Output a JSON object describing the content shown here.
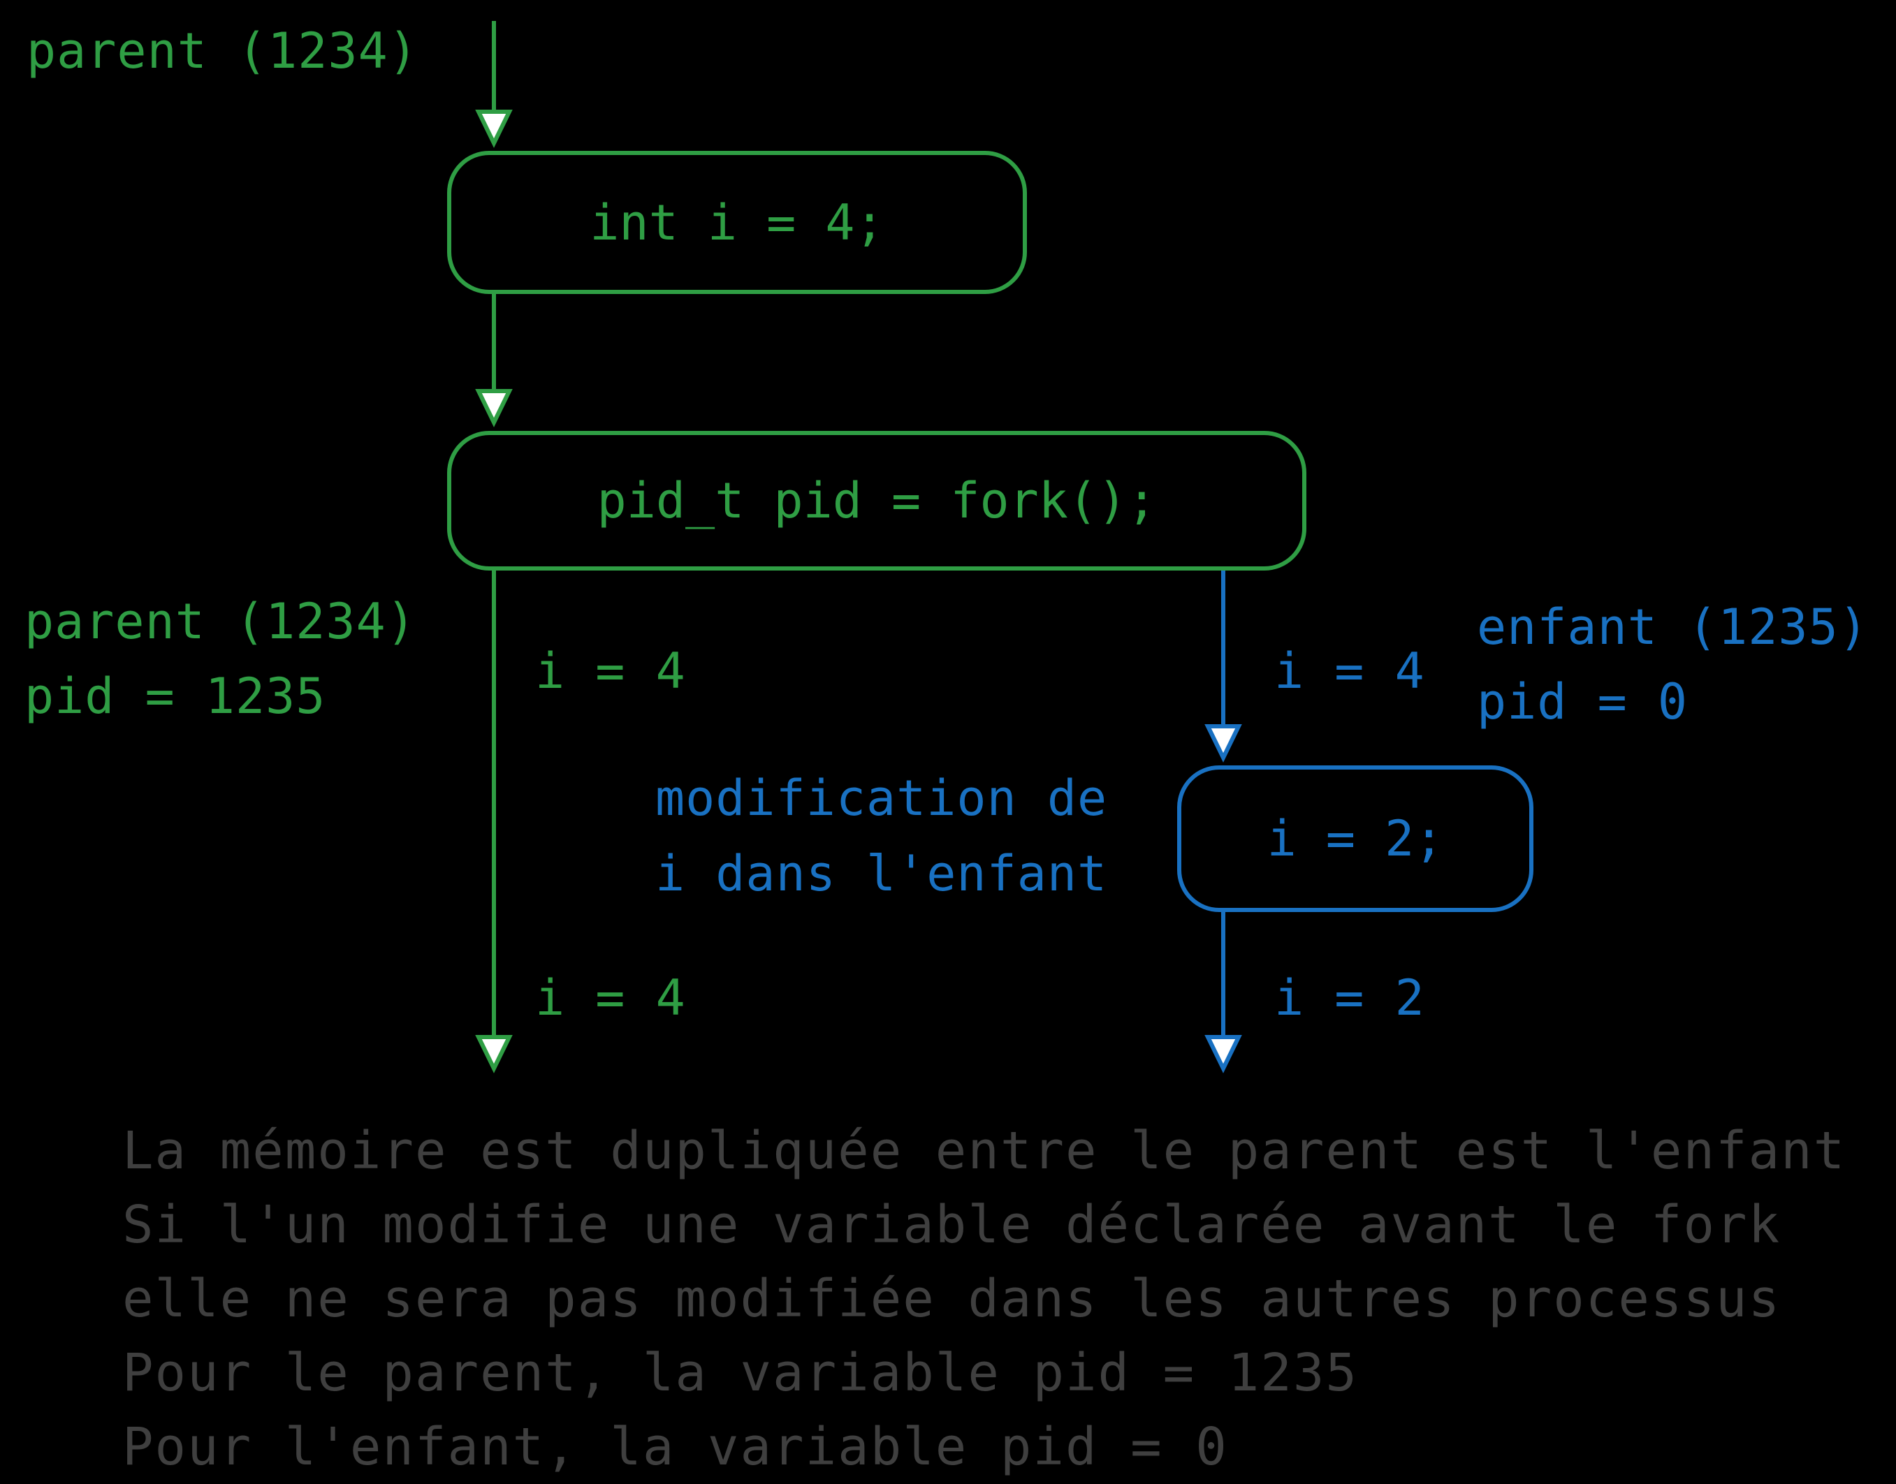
{
  "colors": {
    "background": "#000000",
    "green": "#2f9e44",
    "blue": "#1971c2",
    "footer_gray": "#3f3f3f"
  },
  "top": {
    "parent_label": "parent (1234)"
  },
  "boxes": {
    "int_decl": "int i = 4;",
    "fork": "pid_t pid = fork();",
    "child_assign": "i = 2;"
  },
  "parent_branch": {
    "name_label": "parent (1234)",
    "pid_label": "pid = 1235",
    "i_before": "i = 4",
    "i_after": "i = 4"
  },
  "child_branch": {
    "name_label": "enfant (1235)",
    "pid_label": "pid = 0",
    "i_before": "i = 4",
    "i_after": "i = 2",
    "modification_line1": "modification de",
    "modification_line2": "i dans l'enfant"
  },
  "footer": {
    "lines": [
      "La mémoire est dupliquée entre le parent est l'enfant",
      "Si l'un modifie une variable déclarée avant le fork",
      "elle ne sera pas modifiée dans les autres processus",
      "Pour le parent, la variable pid = 1235",
      "Pour l'enfant, la variable pid = 0"
    ]
  }
}
